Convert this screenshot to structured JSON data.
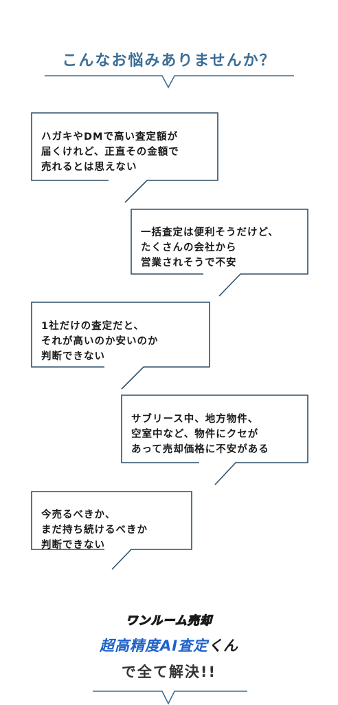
{
  "header": {
    "title": "こんなお悩みありませんか？"
  },
  "bubbles": [
    {
      "lines": [
        "ハガキやDMで高い査定額が",
        "届くけれど、正直その金額で",
        "売れるとは思えない"
      ]
    },
    {
      "lines": [
        "一括査定は便利そうだけど、",
        "たくさんの会社から",
        "営業されそうで不安"
      ]
    },
    {
      "lines": [
        "1社だけの査定だと、",
        "それが高いのか安いのか",
        "判断できない"
      ]
    },
    {
      "lines": [
        "サブリース中、地方物件、",
        "空室中など、物件にクセが",
        "あって売却価格に不安がある"
      ]
    },
    {
      "lines": [
        "今売るべきか、",
        "まだ持ち続けるべきか",
        "判断できない"
      ]
    }
  ],
  "footer": {
    "brand": "ワンルーム売却",
    "product_name": "超高精度AI査定",
    "product_tail": "くん",
    "tagline": "で全て解決!!"
  },
  "colors": {
    "accent_blue": "#3a6d96",
    "product_blue": "#1f62c9",
    "bubble_border": "#2f4f66"
  }
}
